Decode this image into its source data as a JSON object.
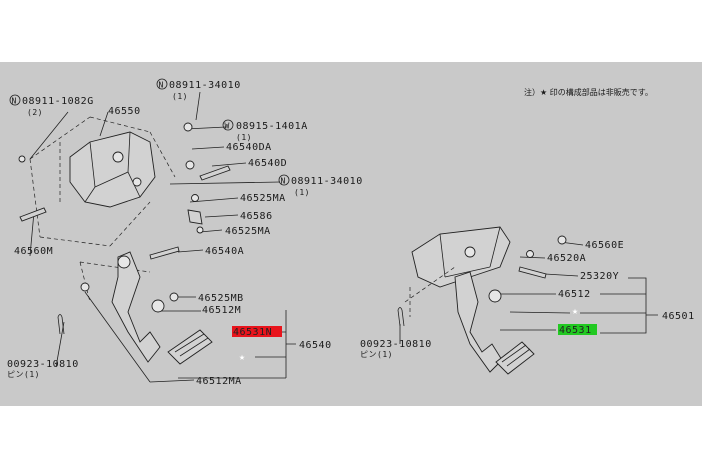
{
  "note": "注）★ 印の構成部品は非販売です。",
  "colors": {
    "background": "#c9c9c9",
    "highlight_red": "#e8141c",
    "highlight_green": "#22c922",
    "line": "#222222"
  },
  "left_assembly": {
    "labels": {
      "n_08911_34010_top": "08911-34010",
      "n_08911_34010_top_qty": "(1)",
      "n_08911_1082g": "08911-1082G",
      "n_08911_1082g_qty": "(2)",
      "p46550": "46550",
      "w_08915_1401a": "08915-1401A",
      "w_08915_1401a_qty": "(1)",
      "p46540da": "46540DA",
      "p46540d": "46540D",
      "n_08911_34010_mid": "08911-34010",
      "n_08911_34010_mid_qty": "(1)",
      "p46525ma_1": "46525MA",
      "p46586": "46586",
      "p46525ma_2": "46525MA",
      "p46560m": "46560M",
      "p46540a": "46540A",
      "p46525mb": "46525MB",
      "p46512m": "46512M",
      "p46531n": "46531N",
      "star": "★",
      "p46540": "46540",
      "pin_code": "00923-10810",
      "pin_label": "ピン(1)",
      "p46512ma": "46512MA"
    }
  },
  "right_assembly": {
    "labels": {
      "p46560e": "46560E",
      "p46520a": "46520A",
      "p25320y": "25320Y",
      "star": "★",
      "p46512": "46512",
      "p46501": "46501",
      "p46531": "46531",
      "pin_code": "00923-10810",
      "pin_label": "ピン(1)"
    }
  },
  "symbols": {
    "n_mark": "N",
    "w_mark": "W"
  }
}
